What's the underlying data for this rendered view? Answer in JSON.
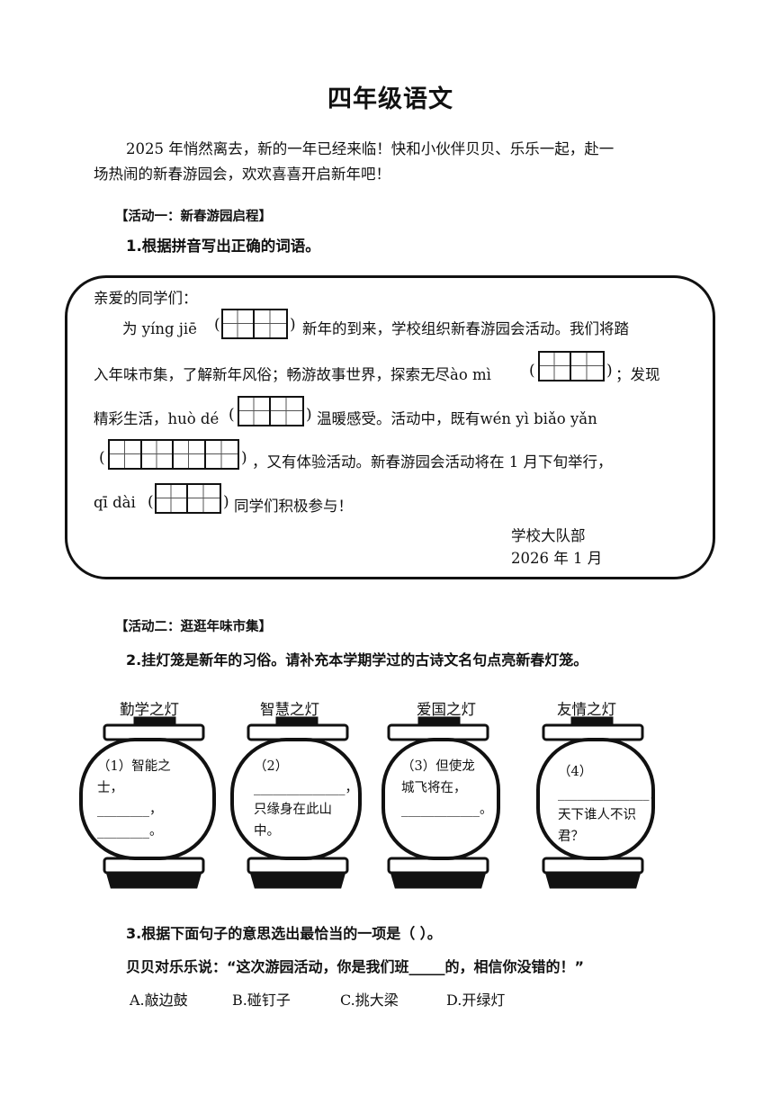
{
  "title": "四年级语文",
  "intro": {
    "line1": "2025 年悄然离去，新的一年已经来临！快和小伙伴贝贝、乐乐一起，赴一",
    "line2": "场热闹的新春游园会，欢欢喜喜开启新年吧！"
  },
  "activity1": {
    "heading": "【活动一：新春游园启程】",
    "question": "1.根据拼音写出正确的词语。"
  },
  "letter": {
    "greeting": "亲爱的同学们：",
    "l1_a": "为 yíng jiē",
    "l1_b": "新年的到来，学校组织新春游园会活动。我们将踏",
    "l2_a": "入年味市集，了解新年风俗；畅游故事世界，探索无尽ào  mì",
    "l2_b": "；发现",
    "l3_a": "精彩生活，huò dé",
    "l3_b": "温暖感受。活动中，既有wén  yì  biǎo  yǎn",
    "l4_b": "，又有体验活动。新春游园会活动将在 1 月下旬举行，",
    "l5_a": "qī dài",
    "l5_b": "同学们积极参与！",
    "signature": "学校大队部",
    "date": "2026 年 1 月",
    "paren_open": "(",
    "paren_close": ")"
  },
  "activity2": {
    "heading": "【活动二：逛逛年味市集】",
    "question": "2.挂灯笼是新年的习俗。请补充本学期学过的古诗文名句点亮新春灯笼。"
  },
  "lanterns": [
    {
      "title": "勤学之灯",
      "text": "（1）智能之士，________，________。"
    },
    {
      "title": "智慧之灯",
      "text": "（2）______________，只缘身在此山中。"
    },
    {
      "title": "爱国之灯",
      "text": "（3）但使龙城飞将在，____________。"
    },
    {
      "title": "友情之灯",
      "text": "（4）______________，天下谁人不识君？"
    }
  ],
  "question3": {
    "stem": "3.根据下面句子的意思选出最恰当的一项是（      ）。",
    "sentence": "贝贝对乐乐说：“这次游园活动，你是我们班_____的，相信你没错的！”",
    "options": [
      "A.敲边鼓",
      "B.碰钉子",
      "C.挑大梁",
      "D.开绿灯"
    ]
  }
}
